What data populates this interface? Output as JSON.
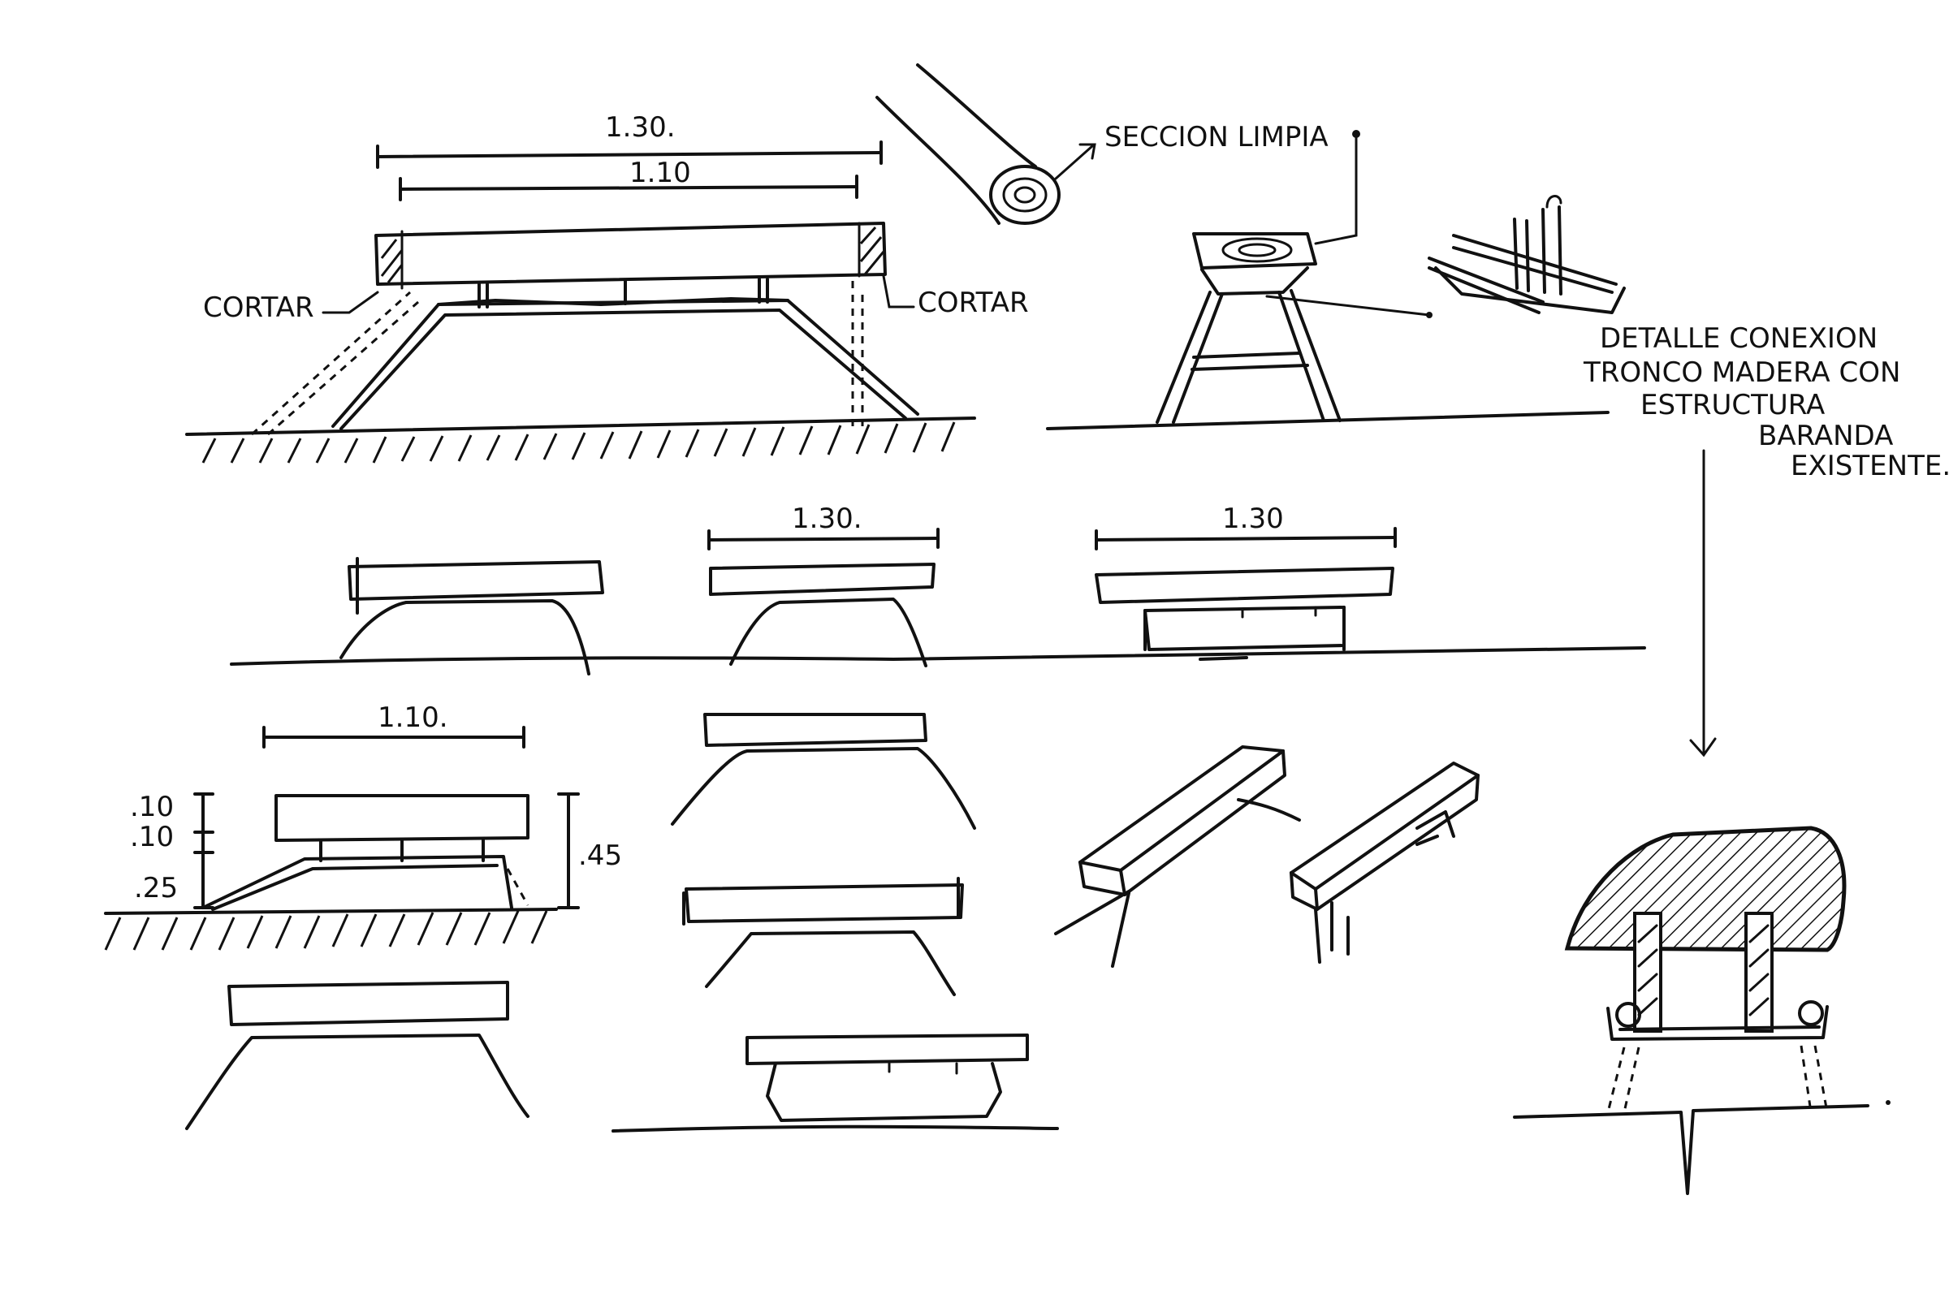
{
  "labels": {
    "dim_top_outer": "1.30.",
    "dim_top_inner": "1.10",
    "cut_left": "CORTAR",
    "cut_right": "CORTAR",
    "section_note": "SECCION LIMPIA",
    "detail_line1": "DETALLE CONEXION",
    "detail_line2": "TRONCO MADERA CON",
    "detail_line3": "ESTRUCTURA",
    "detail_line4": "BARANDA",
    "detail_line5": "EXISTENTE.",
    "dim_row2_b": "1.30.",
    "dim_row2_c": "1.30",
    "dim_row3_width": "1.10.",
    "dim_h1": ".10",
    "dim_h2": ".10",
    "dim_h3": ".25",
    "dim_total": ".45"
  }
}
